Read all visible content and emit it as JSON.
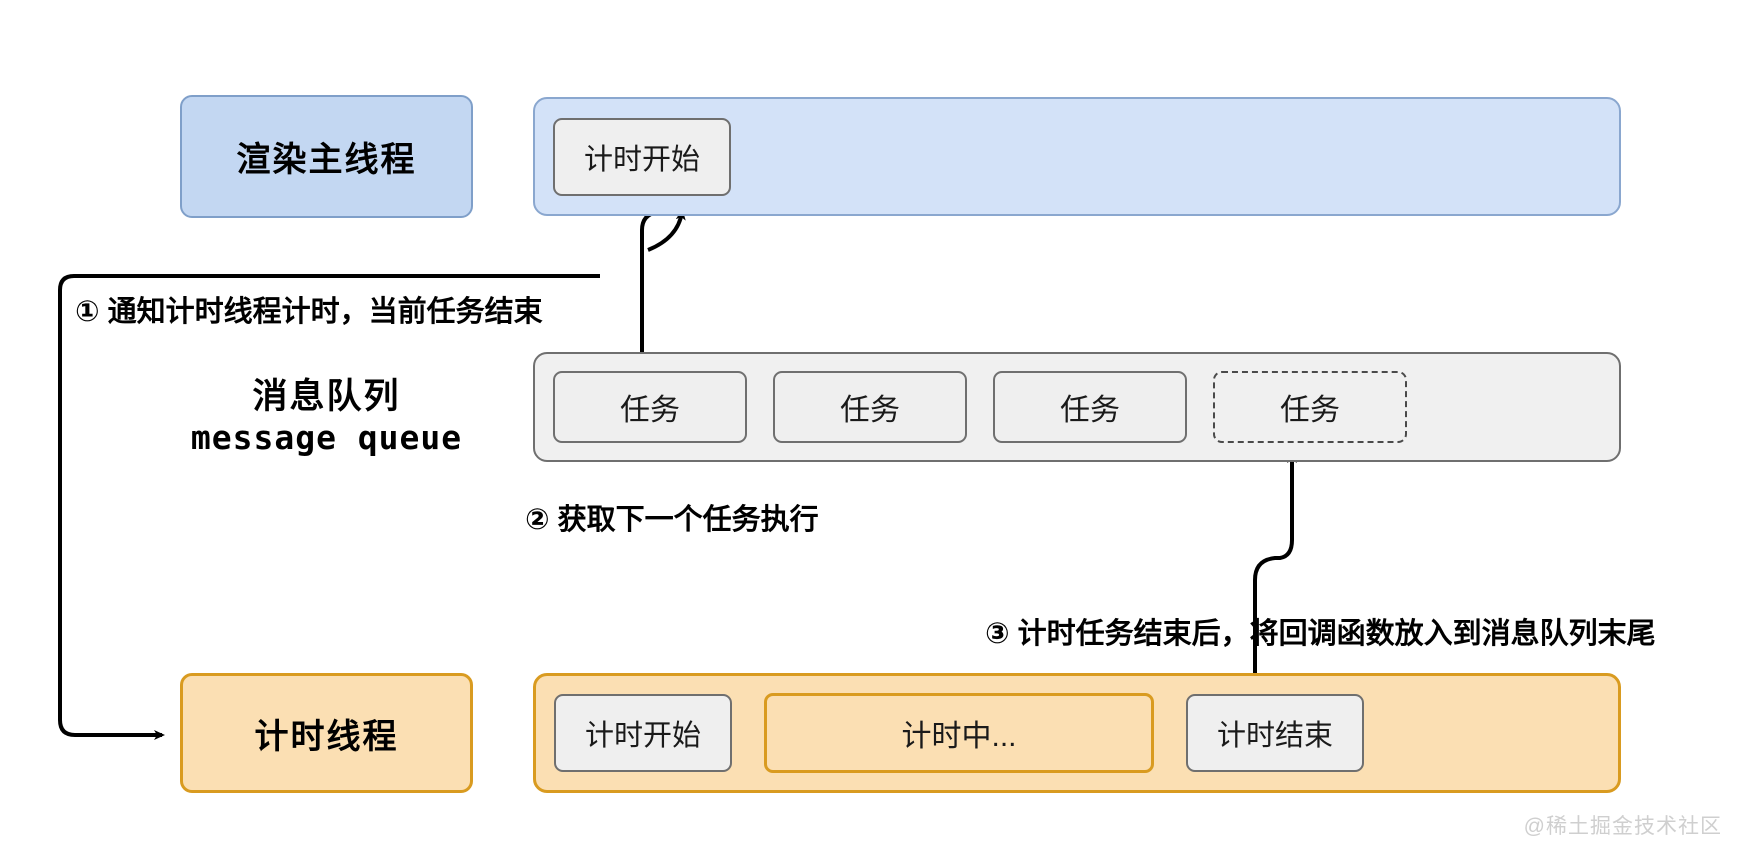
{
  "diagram": {
    "title_visible": false,
    "watermark": "@稀土掘金技术社区",
    "colors": {
      "main_thread_fill": "#d3e2f8",
      "main_thread_stroke": "#8aa7cf",
      "timer_thread_fill": "#fbdfb3",
      "timer_thread_stroke": "#d99b20",
      "queue_fill": "#f0f0f0",
      "queue_stroke": "#6f6f6f",
      "chip_fill": "#efefef",
      "chip_stroke": "#6f6f6f",
      "arrow": "#000000"
    }
  },
  "lanes": {
    "main_thread": {
      "label": "渲染主线程",
      "blocks": [
        {
          "label": "计时开始",
          "style": "solid"
        }
      ]
    },
    "message_queue": {
      "label": "消息队列",
      "sub_label": "message queue",
      "tasks": [
        {
          "label": "任务",
          "style": "solid"
        },
        {
          "label": "任务",
          "style": "solid"
        },
        {
          "label": "任务",
          "style": "solid"
        },
        {
          "label": "任务",
          "style": "dashed"
        }
      ]
    },
    "timer_thread": {
      "label": "计时线程",
      "blocks": [
        {
          "label": "计时开始",
          "style": "solid"
        },
        {
          "label": "计时中...",
          "style": "amber"
        },
        {
          "label": "计时结束",
          "style": "solid"
        }
      ]
    }
  },
  "steps": [
    {
      "marker": "①",
      "text": "通知计时线程计时，当前任务结束"
    },
    {
      "marker": "②",
      "text": "获取下一个任务执行"
    },
    {
      "marker": "③",
      "text": "计时任务结束后，将回调函数放入到消息队列末尾"
    }
  ],
  "step_text": {
    "one": "① 通知计时线程计时，当前任务结束",
    "two": "② 获取下一个任务执行",
    "three": "③ 计时任务结束后，将回调函数放入到消息队列末尾"
  }
}
